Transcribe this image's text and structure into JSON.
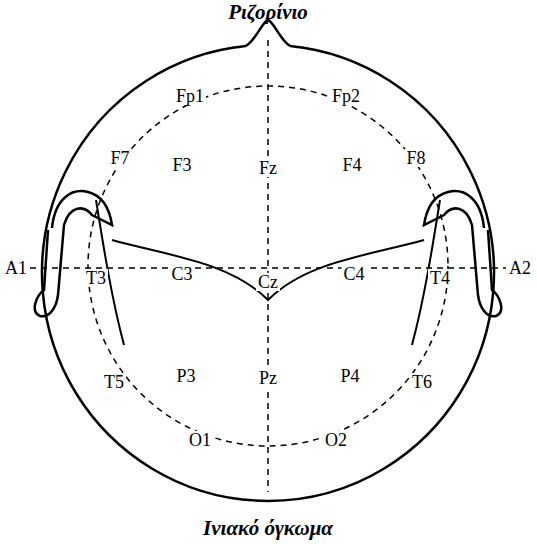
{
  "diagram": {
    "title": "Ριζορίνιο",
    "caption": "Ινιακό όγκωμα",
    "labels": [
      "Fp1",
      "Fp2",
      "F7",
      "F3",
      "Fz",
      "F4",
      "F8",
      "A1",
      "T3",
      "C3",
      "Cz",
      "C4",
      "T4",
      "A2",
      "T5",
      "P3",
      "Pz",
      "P4",
      "T6",
      "O1",
      "O2"
    ]
  }
}
